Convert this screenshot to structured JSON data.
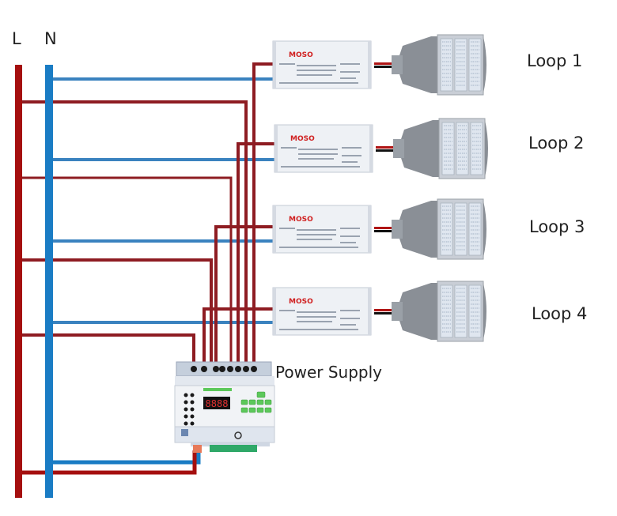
{
  "bus": {
    "live_label": "L",
    "neutral_label": "N"
  },
  "colors": {
    "live": "#a50f0f",
    "live_branch": "#8e1c22",
    "neutral": "#1a7cc4",
    "neutral_branch": "#3a82bf",
    "controller_button": "#5cc85a",
    "terminal_strip": "#2fa868"
  },
  "loops": [
    {
      "label": "Loop 1",
      "driver_brand": "MOSO"
    },
    {
      "label": "Loop 2",
      "driver_brand": "MOSO"
    },
    {
      "label": "Loop 3",
      "driver_brand": "MOSO"
    },
    {
      "label": "Loop 4",
      "driver_brand": "MOSO"
    }
  ],
  "controller": {
    "label": "Power Supply",
    "display": "8888"
  }
}
